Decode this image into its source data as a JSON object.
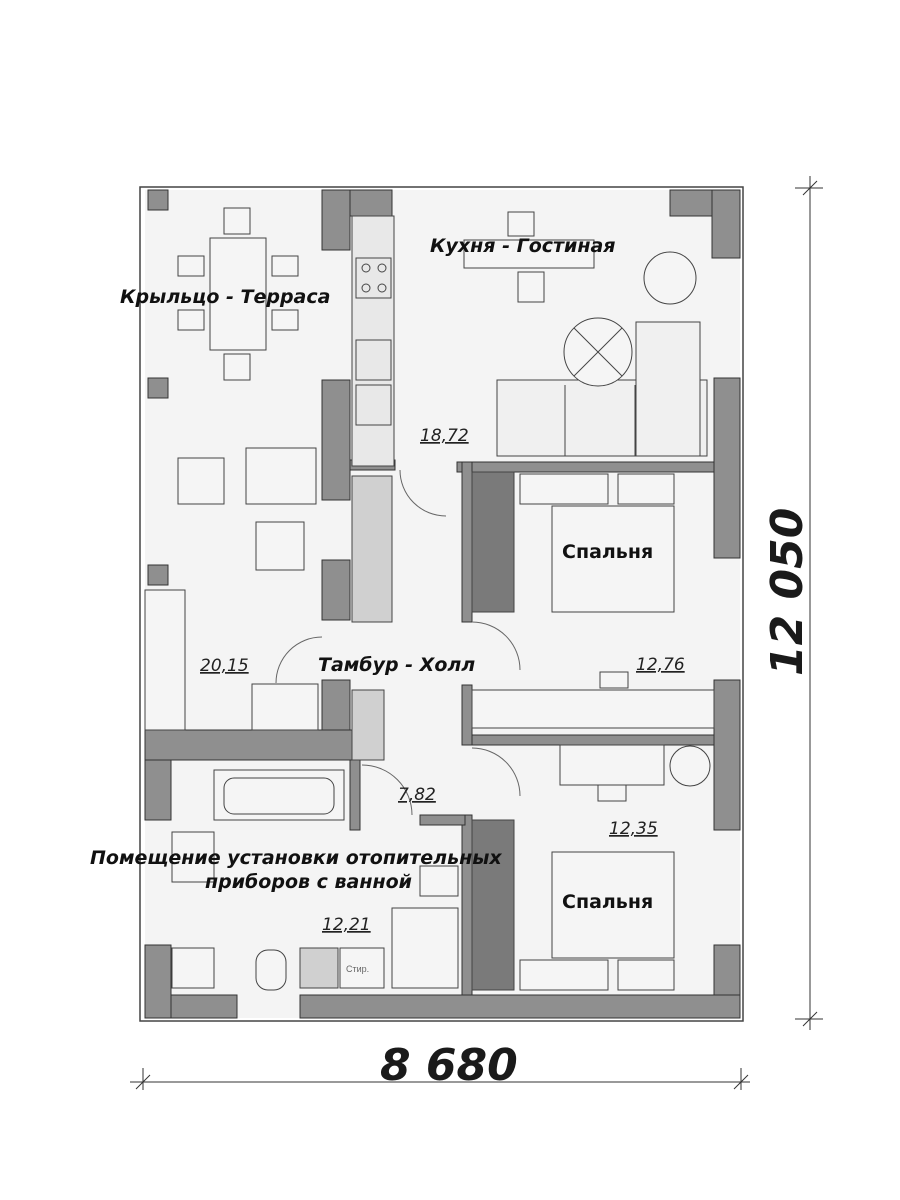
{
  "plan": {
    "rooms": {
      "terrace": {
        "label": "Крыльцо - Терраса",
        "area": "20,15"
      },
      "kitchen": {
        "label": "Кухня - Гостиная",
        "area": "18,72"
      },
      "bedroom1": {
        "label": "Спальня",
        "area": "12,76"
      },
      "bedroom2": {
        "label": "Спальня",
        "area": "12,35"
      },
      "hall": {
        "label": "Тамбур - Холл",
        "area": "7,82"
      },
      "boiler": {
        "label_line1": "Помещение установки отопительных",
        "label_line2": "приборов с ванной",
        "area": "12,21"
      }
    },
    "appliance_label": "Стир.",
    "dimensions": {
      "width": "8 680",
      "height": "12 050"
    }
  },
  "colors": {
    "wall": "#8f8f8f",
    "wall_dark": "#5f5f5f",
    "floor": "#f5f5f5",
    "line": "#333333"
  }
}
